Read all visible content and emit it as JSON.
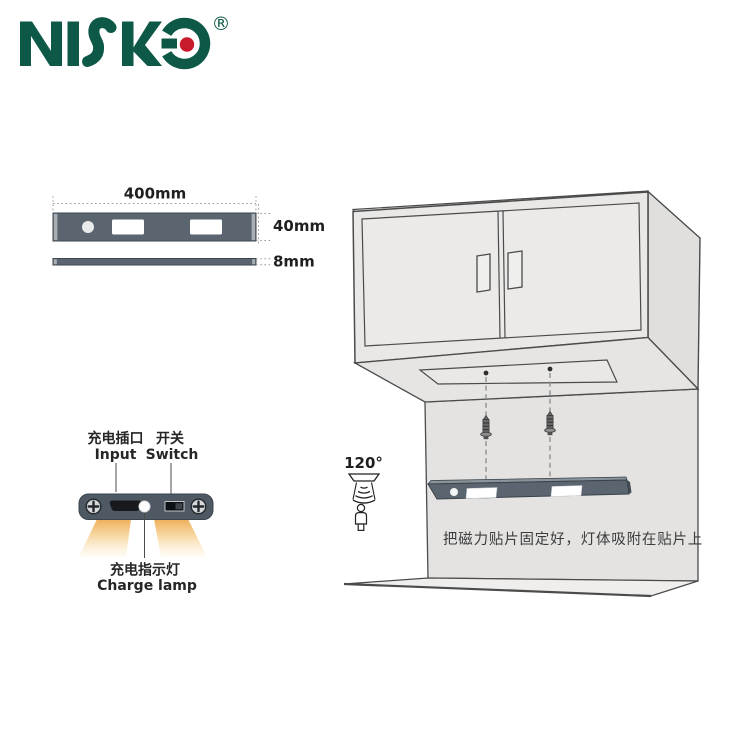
{
  "brand": {
    "name": "NISKO",
    "registered": "®"
  },
  "dimensions": {
    "length": "400mm",
    "height": "40mm",
    "thickness": "8mm"
  },
  "device_labels": {
    "input_cn": "充电插口",
    "input_en": "Input",
    "switch_cn": "开关",
    "switch_en": "Switch",
    "charge_lamp_cn": "充电指示灯",
    "charge_lamp_en": "Charge lamp"
  },
  "installation": {
    "sensor_angle": "120°",
    "instruction_cn": "把磁力贴片固定好，灯体吸附在贴片上"
  },
  "colors": {
    "brand_green": "#0e5848",
    "brand_red": "#c81a2b",
    "line": "#4b4b4b",
    "bar_fill": "#5a6570",
    "beam_orange": "#edaa4e"
  }
}
